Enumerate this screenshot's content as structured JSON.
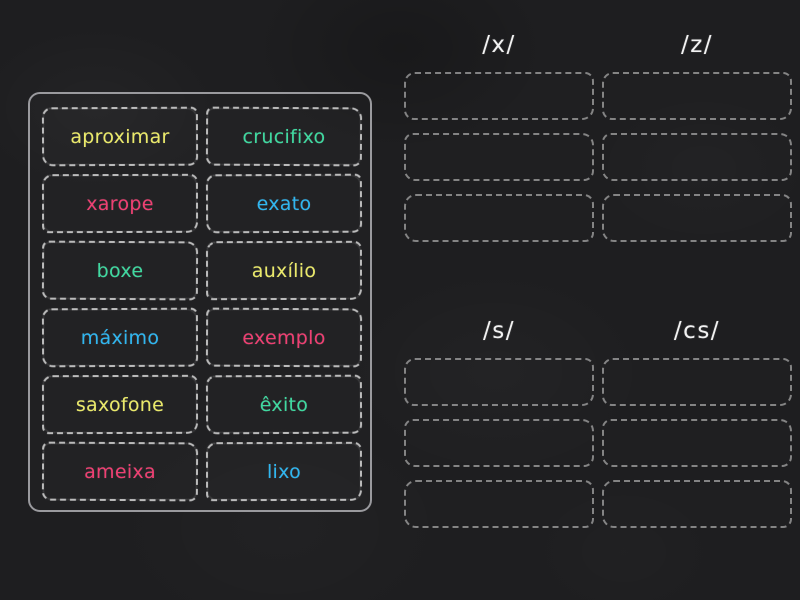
{
  "board": {
    "background_color": "#1e1e20",
    "panel_border_color": "#9a9a9e"
  },
  "word_panel": {
    "name": "word-bank",
    "tiles": [
      {
        "text": "aproximar",
        "color": "#eae96a"
      },
      {
        "text": "crucifixo",
        "color": "#3fd9a0"
      },
      {
        "text": "xarope",
        "color": "#ef3f72"
      },
      {
        "text": "exato",
        "color": "#2fb6f0"
      },
      {
        "text": "boxe",
        "color": "#3fd9a0"
      },
      {
        "text": "auxílio",
        "color": "#eae96a"
      },
      {
        "text": "máximo",
        "color": "#2fb6f0"
      },
      {
        "text": "exemplo",
        "color": "#ef3f72"
      },
      {
        "text": "saxofone",
        "color": "#eae96a"
      },
      {
        "text": "êxito",
        "color": "#3fd9a0"
      },
      {
        "text": "ameixa",
        "color": "#ef3f72"
      },
      {
        "text": "lixo",
        "color": "#2fb6f0"
      }
    ]
  },
  "categories": [
    {
      "title": "/x/",
      "slots": 3
    },
    {
      "title": "/z/",
      "slots": 3
    },
    {
      "title": "/s/",
      "slots": 3
    },
    {
      "title": "/cs/",
      "slots": 3
    }
  ]
}
